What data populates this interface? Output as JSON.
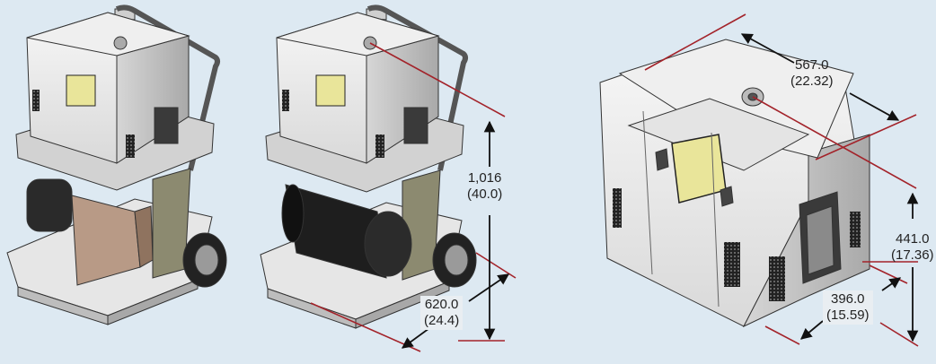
{
  "dimensions": {
    "cart_height": {
      "mm": "1,016",
      "inch": "(40.0)"
    },
    "cart_depth": {
      "mm": "620.0",
      "inch": "(24.4)"
    },
    "unit_width": {
      "mm": "567.0",
      "inch": "(22.32)"
    },
    "unit_height": {
      "mm": "441.0",
      "inch": "(17.36)"
    },
    "unit_depth": {
      "mm": "396.0",
      "inch": "(15.59)"
    }
  },
  "colors": {
    "background": "#dde9f2",
    "dimension_line": "#a3232a",
    "arrow": "#111111",
    "body_light": "#f1f1f1",
    "body_shade": "#c9c9c9",
    "outline": "#333333"
  }
}
